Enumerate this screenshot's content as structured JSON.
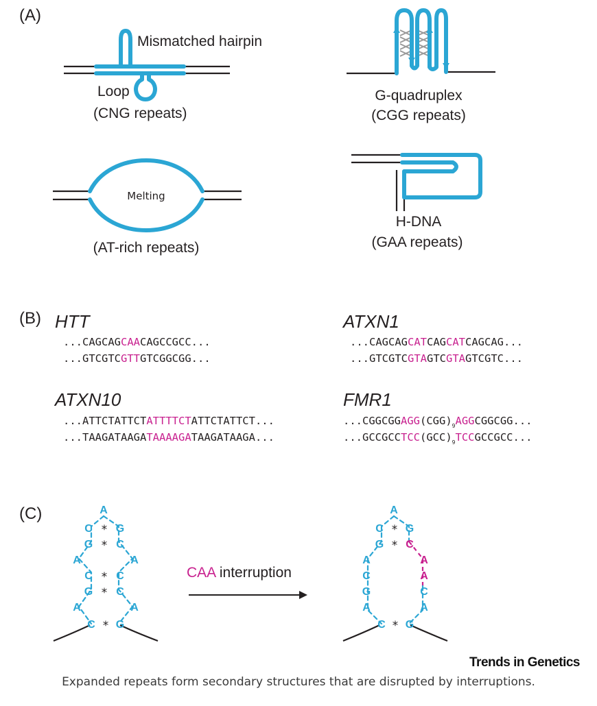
{
  "panels": {
    "a": "(A)",
    "b": "(B)",
    "c": "(C)"
  },
  "panel_a": {
    "hairpin_label": "Mismatched hairpin",
    "loop_label": "Loop",
    "cng_label": "(CNG repeats)",
    "gquad_label": "G-quadruplex",
    "cgg_label": "(CGG repeats)",
    "melting_label": "Melting",
    "at_label": "(AT-rich repeats)",
    "hdna_label": "H-DNA",
    "gaa_label": "(GAA repeats)"
  },
  "panel_b": {
    "htt": {
      "gene": "HTT",
      "top": [
        "...CAGCAG",
        "CAA",
        "CAGCCGCC..."
      ],
      "bottom": [
        "...GTCGTC",
        "GTT",
        "GTCGGCGG..."
      ]
    },
    "atxn1": {
      "gene": "ATXN1",
      "top": [
        "...CAGCAG",
        "CAT",
        "CAG",
        "CAT",
        "CAGCAG..."
      ],
      "bottom": [
        "...GTCGTC",
        "GTA",
        "GTC",
        "GTA",
        "GTCGTC..."
      ]
    },
    "atxn10": {
      "gene": "ATXN10",
      "top": [
        "...ATTCTATTCT",
        "ATTTTCT",
        "ATTCTATTCT..."
      ],
      "bottom": [
        "...TAAGATAAGA",
        "TAAAAGA",
        "TAAGATAAGA..."
      ]
    },
    "fmr1": {
      "gene": "FMR1",
      "top": [
        "...CGGCGG",
        "AGG",
        "(CGG)",
        "9",
        "AGG",
        "CGGCGG..."
      ],
      "bottom": [
        "...GCCGCC",
        "TCC",
        "(GCC)",
        "9",
        "TCC",
        "GCCGCC..."
      ]
    }
  },
  "panel_c": {
    "arrow_label_highlight": "CAA",
    "arrow_label_rest": " interruption",
    "left_hairpin": {
      "apex": "A",
      "left_strand": [
        "C",
        "G",
        "A",
        "C",
        "G",
        "A",
        "C"
      ],
      "right_strand": [
        "G",
        "C",
        "A",
        "C",
        "C",
        "A",
        "G"
      ],
      "pair_marker": "*"
    },
    "right_hairpin": {
      "apex": "A",
      "left_strand": [
        "C",
        "G",
        "A",
        "C",
        "G",
        "A",
        "C"
      ],
      "right_strand": [
        "G",
        "C",
        "A",
        "A",
        "C",
        "A",
        "G"
      ],
      "pair_marker": "*"
    }
  },
  "colors": {
    "repeat_blue": "#2ba6d4",
    "interruption_magenta": "#c8218f",
    "ink": "#231f20"
  },
  "journal": "Trends in Genetics",
  "caption": "Expanded repeats form secondary structures that are disrupted by interruptions."
}
